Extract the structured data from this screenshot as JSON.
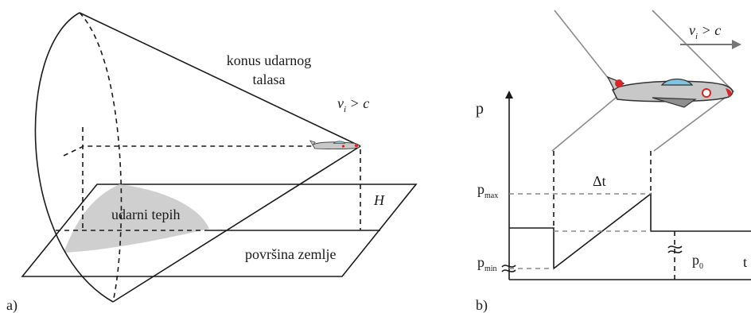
{
  "panel_a": {
    "label": "a)",
    "cone_label_line1": "konus udarnog",
    "cone_label_line2": "talasa",
    "speed_v": "v",
    "speed_sub": "i",
    "speed_rest": " > c",
    "height_label": "H",
    "carpet_label": "udarni tepih",
    "ground_label": "površina zemlje"
  },
  "panel_b": {
    "label": "b)",
    "speed_v": "v",
    "speed_sub": "i",
    "speed_rest": " > c",
    "y_axis_label": "p",
    "x_axis_label": "t",
    "p_max_base": "p",
    "p_max_sub": "max",
    "p_min_base": "p",
    "p_min_sub": "min",
    "p0_base": "p",
    "p0_sub": "0",
    "delta_t": "Δt"
  },
  "colors": {
    "line": "#1a1a1a",
    "guide_gray": "#8a8a8a",
    "carpet_fill": "#cfcfcf",
    "plane_body": "#c8c8c8",
    "plane_canopy": "#7fc4e0",
    "plane_nose": "#d62828"
  },
  "icons": [
    "airplane-icon",
    "arrow-right-icon",
    "axis-break-icon"
  ]
}
